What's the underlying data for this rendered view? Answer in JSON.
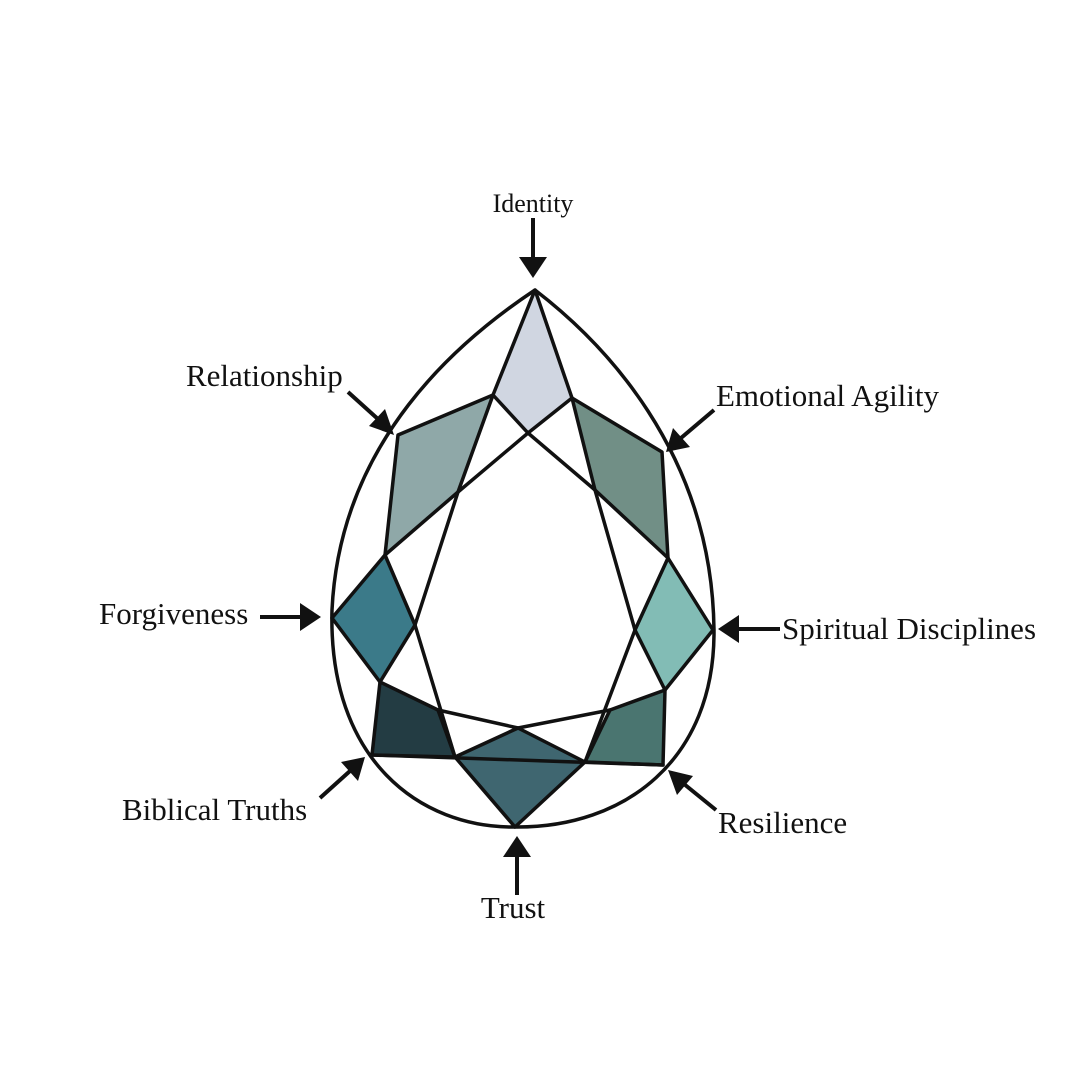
{
  "facets": [
    {
      "id": "identity",
      "label": "Identity",
      "color": "#d0d6e1"
    },
    {
      "id": "relationship",
      "label": "Relationship",
      "color": "#8fa8a8"
    },
    {
      "id": "emotional-agility",
      "label": "Emotional Agility",
      "color": "#718f86"
    },
    {
      "id": "forgiveness",
      "label": "Forgiveness",
      "color": "#3b7a89"
    },
    {
      "id": "spiritual-disciplines",
      "label": "Spiritual Disciplines",
      "color": "#82bcb5"
    },
    {
      "id": "biblical-truths",
      "label": "Biblical Truths",
      "color": "#233c43"
    },
    {
      "id": "trust",
      "label": "Trust",
      "color": "#3f6670"
    },
    {
      "id": "resilience",
      "label": "Resilience",
      "color": "#4a7570"
    }
  ]
}
